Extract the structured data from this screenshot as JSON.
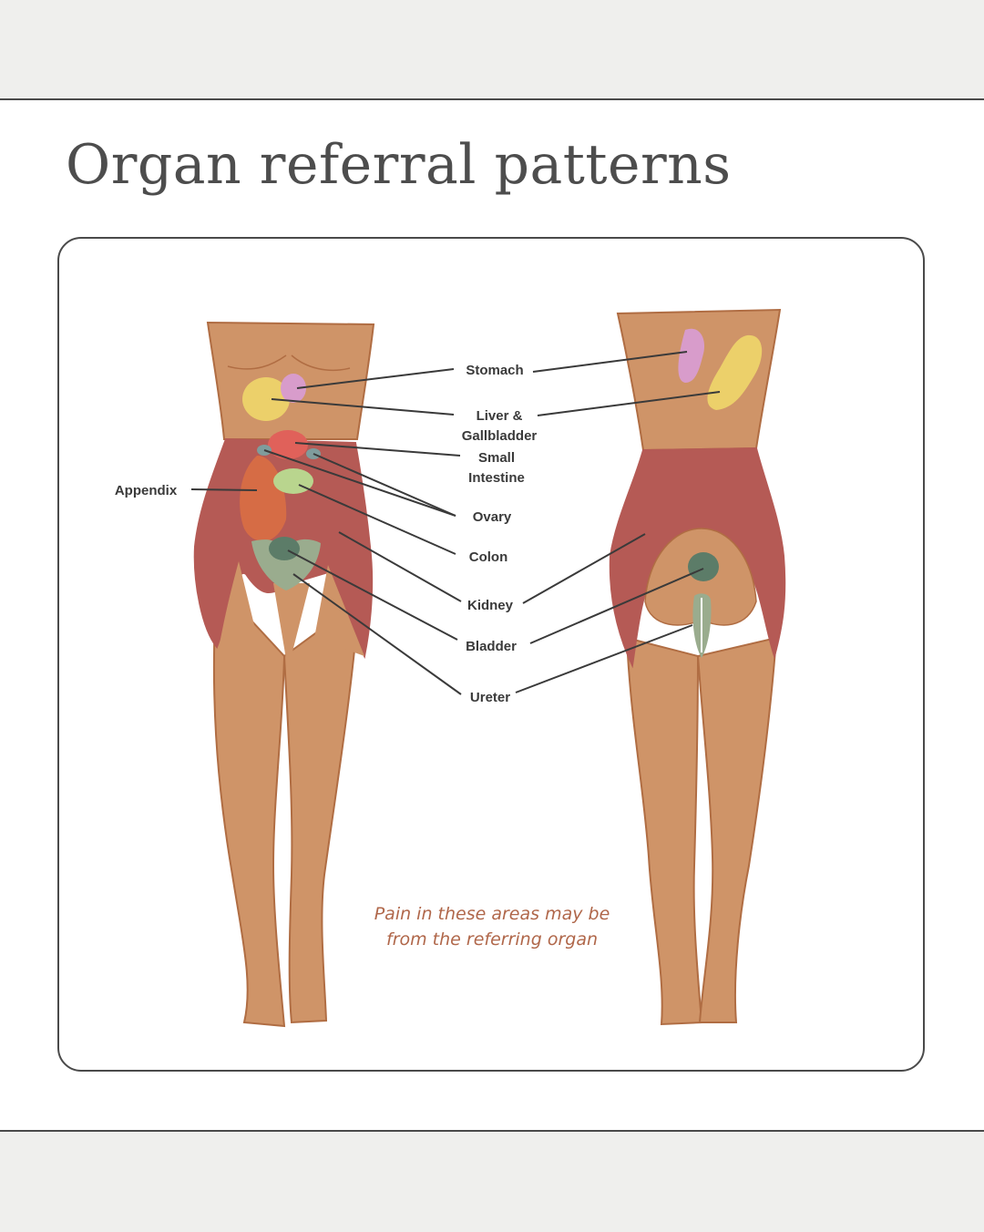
{
  "title": "Organ referral patterns",
  "labels": {
    "stomach": "Stomach",
    "liver_line1": "Liver &",
    "liver_line2": "Gallbladder",
    "small_intestine_line1": "Small",
    "small_intestine_line2": "Intestine",
    "appendix": "Appendix",
    "ovary": "Ovary",
    "colon": "Colon",
    "kidney": "Kidney",
    "bladder": "Bladder",
    "ureter": "Ureter"
  },
  "note": {
    "line1": "Pain in these areas may be",
    "line2": "from the referring organ"
  },
  "colors": {
    "skin": "#cf9468",
    "skin_outline": "#b06d43",
    "kidney_zone": "#b55a55",
    "stomach": "#d89ccb",
    "liver": "#ecd06a",
    "small_intestine": "#e0615a",
    "appendix": "#d66c45",
    "colon": "#b9d58e",
    "ovary": "#7f9c9c",
    "bladder": "#5c7c68",
    "ureter": "#9aac8e",
    "note_text": "#b0674a"
  }
}
